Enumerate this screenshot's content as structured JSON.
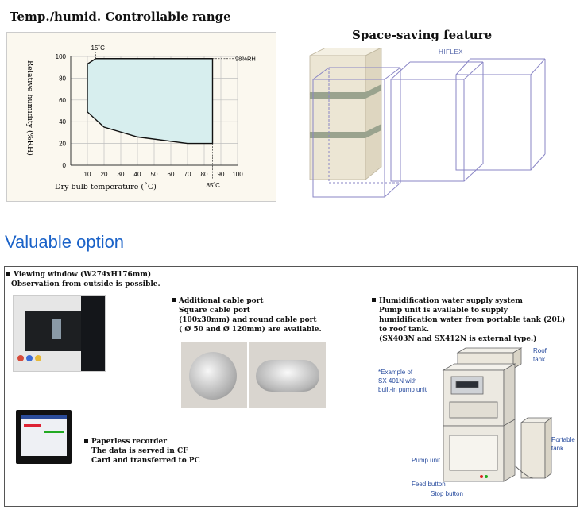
{
  "range_section": {
    "title": "Temp./humid. Controllable range"
  },
  "chart_data": {
    "type": "area",
    "xlabel": "Dry bulb temperature (˚C)",
    "ylabel": "Relative humidity (%RH)",
    "xlim": [
      0,
      100
    ],
    "ylim": [
      0,
      100
    ],
    "x_ticks": [
      "10",
      "20",
      "30",
      "40",
      "50",
      "60",
      "70",
      "80",
      "90",
      "100"
    ],
    "y_ticks": [
      "0",
      "20",
      "40",
      "60",
      "80",
      "100"
    ],
    "region": [
      [
        10,
        93
      ],
      [
        15,
        98
      ],
      [
        85,
        98
      ],
      [
        85,
        20
      ],
      [
        70,
        20
      ],
      [
        40,
        26
      ],
      [
        20,
        35
      ],
      [
        10,
        49
      ]
    ],
    "annotations": {
      "top": "15˚C",
      "right": "98%RH",
      "bottom": "85˚C"
    },
    "fill_color": "#d7eeee"
  },
  "space_section": {
    "title": "Space-saving feature",
    "label": "HIFLEX"
  },
  "valuable": {
    "title": "Valuable option"
  },
  "options": {
    "viewing_window": {
      "line1": "Viewing window (W274xH176mm)",
      "line2": "Observation from outside is possible."
    },
    "cable_port": {
      "lines": [
        "Additional cable port",
        "Square cable port",
        "(100x30mm) and  round cable port",
        "( Ø 50 and Ø 120mm) are available."
      ]
    },
    "humid_water": {
      "lines": [
        "Humidification water supply system",
        "Pump unit is available to supply",
        "humidification water from portable tank (20L)",
        "to roof tank.",
        "(SX403N and SX412N is external type.)"
      ]
    },
    "paperless": {
      "lines": [
        "Paperless recorder",
        "The data is served in CF",
        "Card and transferred to PC"
      ]
    },
    "diagram": {
      "example": [
        "*Example of",
        "SX 401N with",
        "built-in pump unit"
      ],
      "roof_tank": [
        "Roof",
        "tank"
      ],
      "portable_tank": [
        "Portable",
        "tank"
      ],
      "pump_unit": "Pump unit",
      "feed_button": "Feed button",
      "stop_button": "Stop button"
    }
  }
}
